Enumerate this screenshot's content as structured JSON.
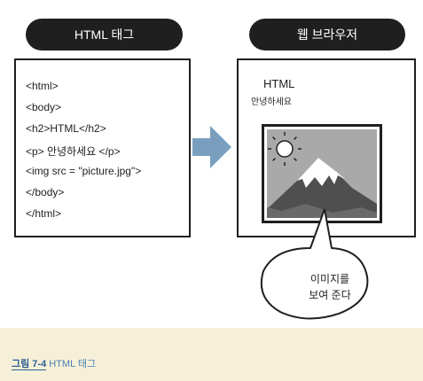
{
  "headers": {
    "left": "HTML 태그",
    "right": "웹 브라우저"
  },
  "code_lines": [
    "<html>",
    "<body>",
    "<h2>HTML</h2>",
    "<p> 안녕하세요  </p>",
    "<img src = \"picture.jpg\">",
    "</body>",
    "</html>"
  ],
  "browser": {
    "heading": "HTML",
    "paragraph": "안녕하세요"
  },
  "bubble": {
    "line1": "이미지를",
    "line2": "보여 준다"
  },
  "caption": {
    "label": "그림 7-4",
    "text": "HTML 태그"
  },
  "colors": {
    "background": "#f7f0d8",
    "panel": "#ffffff",
    "pill": "#1f1f1f",
    "arrow": "#7a9fbe",
    "caption": "#4a7fb5"
  }
}
